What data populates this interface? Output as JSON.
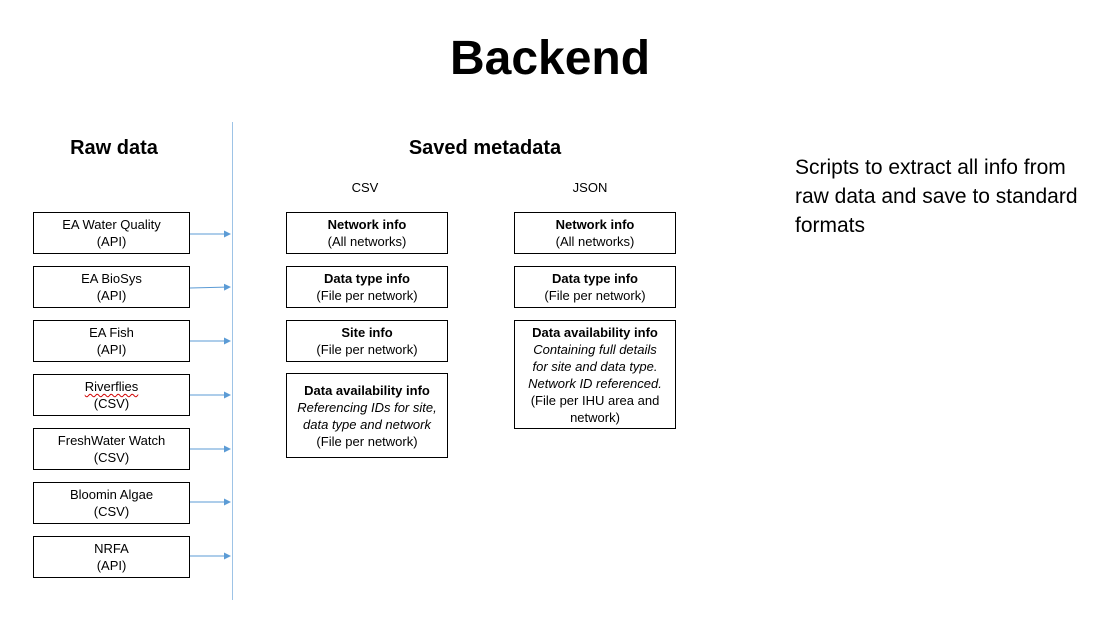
{
  "title": "Backend",
  "raw_data": {
    "heading": "Raw data",
    "sources": [
      {
        "name": "EA Water Quality",
        "type": "(API)"
      },
      {
        "name": "EA BioSys",
        "type": "(API)"
      },
      {
        "name": "EA Fish",
        "type": "(API)"
      },
      {
        "name": "Riverflies",
        "type": "(CSV)"
      },
      {
        "name": "FreshWater Watch",
        "type": "(CSV)"
      },
      {
        "name": "Bloomin Algae",
        "type": "(CSV)"
      },
      {
        "name": "NRFA",
        "type": "(API)"
      }
    ]
  },
  "saved_metadata": {
    "heading": "Saved metadata",
    "csv": {
      "label": "CSV",
      "network": {
        "title": "Network info",
        "note": "(All networks)"
      },
      "datatype": {
        "title": "Data type info",
        "note": "(File per network)"
      },
      "site": {
        "title": "Site info",
        "note": "(File per network)"
      },
      "availability": {
        "title": "Data availability info",
        "italic1": "Referencing IDs for site,",
        "italic2": "data type and network",
        "note": "(File per network)"
      }
    },
    "json": {
      "label": "JSON",
      "network": {
        "title": "Network info",
        "note": "(All networks)"
      },
      "datatype": {
        "title": "Data type info",
        "note": "(File per network)"
      },
      "availability": {
        "title": "Data availability info",
        "italic1": "Containing full details",
        "italic2": "for site and data type.",
        "italic3": "Network ID referenced.",
        "note1": "(File per IHU area and",
        "note2": "network)"
      }
    }
  },
  "scripts_note": "Scripts to extract all info from raw data and save to standard formats",
  "colors": {
    "line": "#9dc3e6",
    "arrow": "#5b9bd5",
    "spellcheck": "#d00000"
  }
}
